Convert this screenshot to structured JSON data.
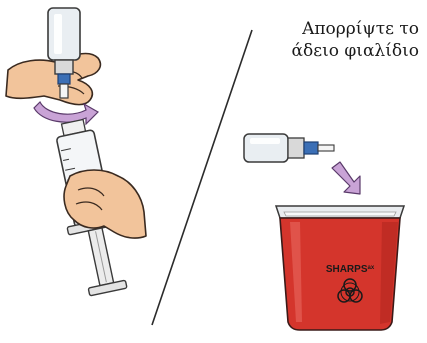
{
  "instruction": {
    "line1": "Απορρίψτε το",
    "line2": "άδειο φιαλίδιο"
  },
  "container_label": "SHARPS",
  "container_label_suffix": "ax"
}
